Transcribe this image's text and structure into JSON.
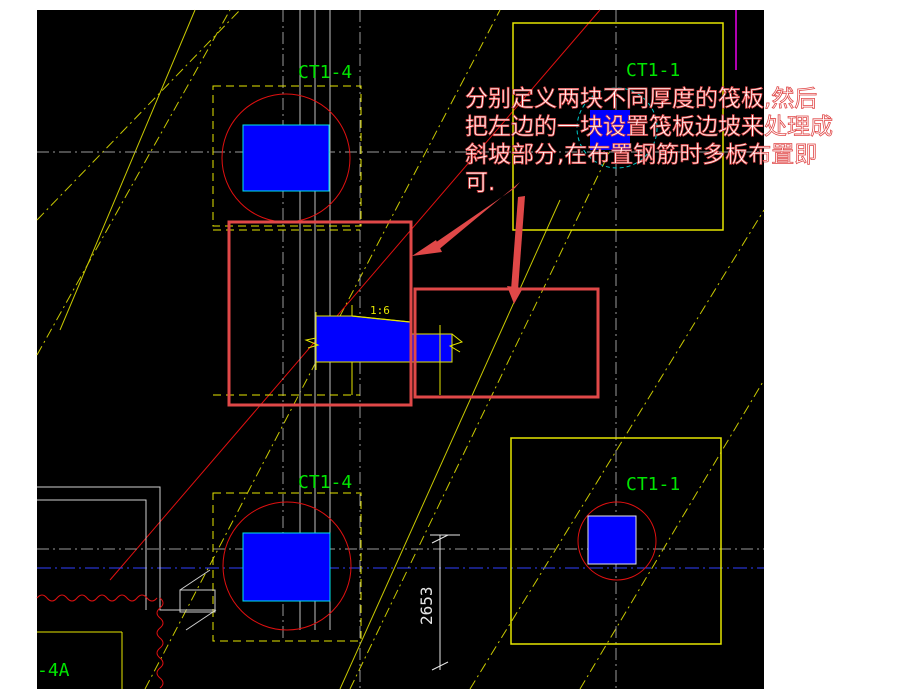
{
  "viewport": {
    "background": "#000000",
    "page_background": "#ffffff"
  },
  "colors": {
    "yellow": "#e6e600",
    "green": "#00e600",
    "red": "#e01010",
    "blue": "#0000ff",
    "grey": "#bfbfbf",
    "white": "#ffffff",
    "magenta": "#b000b0",
    "annotation": "#e04848",
    "annotation_fill": "#ffffff"
  },
  "labels": {
    "ct14_top": "CT1-4",
    "ct11_top": "CT1-1",
    "ct14_bottom": "CT1-4",
    "ct11_bottom": "CT1-1",
    "slope_ratio": "1:6",
    "dimension": "2653",
    "bottom_left": "-4A"
  },
  "annotation": {
    "lines": [
      "分别定义两块不同厚度的筏板,然后",
      "把左边的一块设置筏板边坡来处理成",
      "斜坡部分,在布置钢筋时多板布置即",
      "可."
    ]
  }
}
